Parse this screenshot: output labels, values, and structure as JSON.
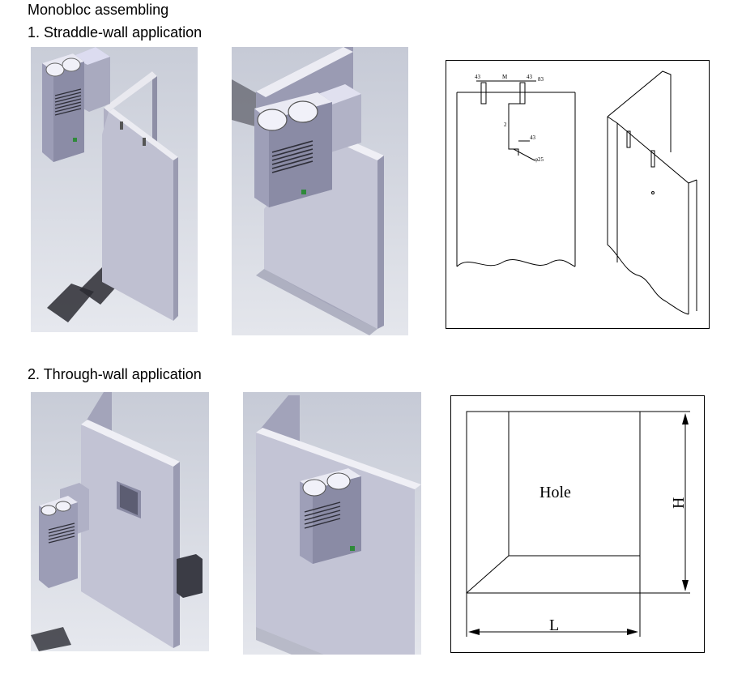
{
  "title": "Monobloc assembling",
  "sections": [
    {
      "label": "1. Straddle-wall application"
    },
    {
      "label": "2. Through-wall application"
    }
  ],
  "drawing1": {
    "dims": [
      "43",
      "M",
      "43",
      "83",
      "2",
      "43",
      "φ25"
    ]
  },
  "drawing2": {
    "hole_label": "Hole",
    "height_label": "H",
    "width_label": "L"
  }
}
